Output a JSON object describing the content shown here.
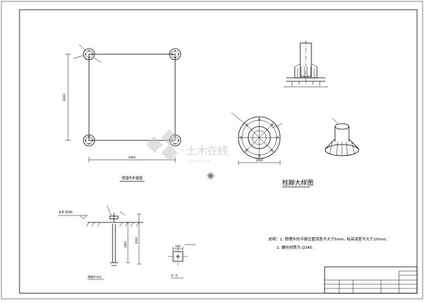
{
  "plan": {
    "title": "预埋件布置图",
    "dim_width": "6000",
    "dim_height": "6000"
  },
  "elevation": {
    "title": "预埋件节点",
    "level": "±0.000",
    "dim_upper": "1800",
    "dim_total": "2000"
  },
  "section": {
    "title": "A—A",
    "dim": "200"
  },
  "foot_detail": {
    "title": "柱脚大样图",
    "dim": "1600"
  },
  "watermark": {
    "brand": "土木在线",
    "url": "CO188.COM"
  },
  "notes": {
    "line1": "说明：1. 预埋件的平面位置误差不大于5mm, 标高误差不大于10mm;",
    "line2": "2. 螺栓材质为:Q345."
  },
  "colors": {
    "line": "#000000",
    "watermark": "#c8c8c8",
    "background": "#ffffff"
  }
}
